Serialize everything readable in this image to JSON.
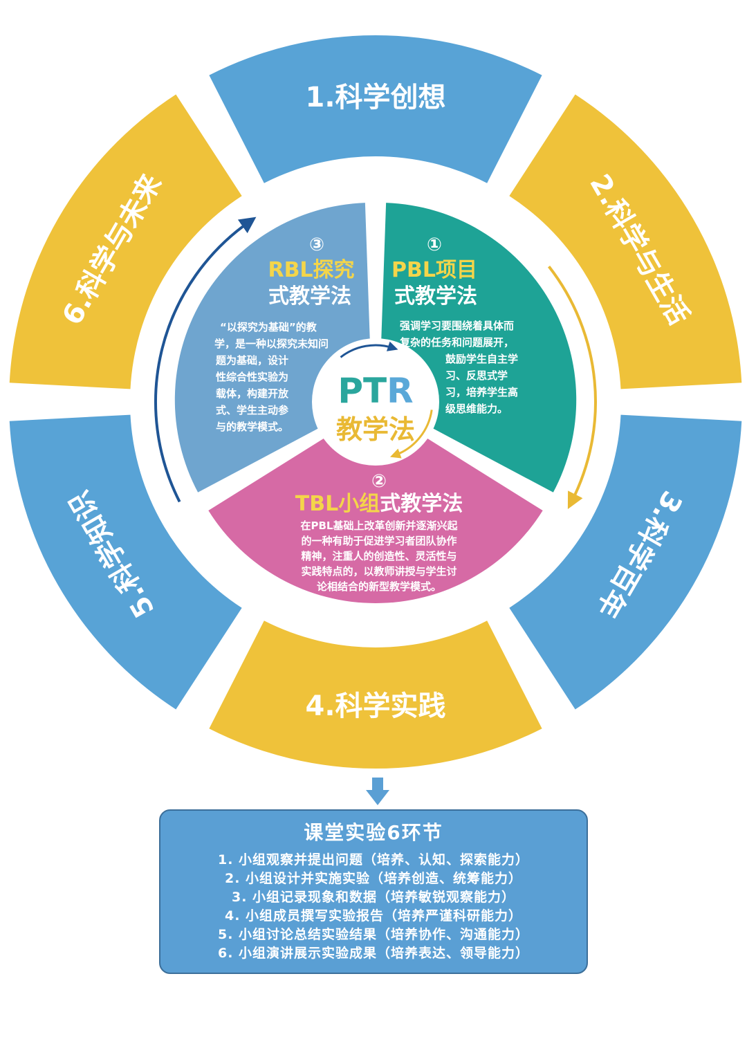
{
  "colors": {
    "ring_blue": "#58a3d6",
    "ring_yellow": "#efc23a",
    "teal": "#1ea396",
    "pink": "#d66aa5",
    "slate_blue": "#6fa5cf",
    "ptr_teal": "#2aa69d",
    "ptr_yellow": "#e9b934",
    "text_yellow": "#f4d54a",
    "arrow_dark_blue": "#1f5595"
  },
  "ring": [
    {
      "label": "1.科学创想",
      "color": "blue"
    },
    {
      "label": "2.科学与生活",
      "color": "yellow"
    },
    {
      "label": "3.科学百年",
      "color": "blue"
    },
    {
      "label": "4.科学实践",
      "color": "yellow"
    },
    {
      "label": "5.科学知识",
      "color": "blue"
    },
    {
      "label": "6.科学与未来",
      "color": "yellow"
    }
  ],
  "center": {
    "title_letters": [
      "P",
      "T",
      "R"
    ],
    "subtitle": "教学法"
  },
  "sections": {
    "pbl": {
      "number": "①",
      "title_accent": "P",
      "title_rest": "BL项目",
      "title_line2": "式教学法",
      "body": [
        "强调学习要围绕着具体而",
        "复杂的任务和问题展开，",
        "鼓励学生自主学",
        "习、反思式学",
        "习，培养学生高",
        "级思维能力。"
      ]
    },
    "tbl": {
      "number": "②",
      "title_accent": "T",
      "title_rest": "BL小组",
      "title_rest2": "式教学法",
      "body": [
        "在PBL基础上改革创新并逐渐兴起",
        "的一种有助于促进学习者团队协作",
        "精神，注重人的创造性、灵活性与",
        "实践特点的，以教师讲授与学生讨",
        "论相结合的新型教学模式。"
      ]
    },
    "rbl": {
      "number": "③",
      "title_accent": "R",
      "title_rest": "BL探究",
      "title_line2": "式教学法",
      "body": [
        "“以探究为基础”的教",
        "学，是一种以探究未知问",
        "题为基础，设计",
        "性综合性实验为",
        "载体，构建开放",
        "式、学生主动参",
        "与的教学模式。"
      ]
    }
  },
  "summary": {
    "title": "课堂实验6环节",
    "items": [
      "1. 小组观察并提出问题（培养、认知、探索能力）",
      "2. 小组设计并实施实验（培养创造、统筹能力）",
      "3. 小组记录现象和数据（培养敏锐观察能力）",
      "4. 小组成员撰写实验报告（培养严谨科研能力）",
      "5. 小组讨论总结实验结果（培养协作、沟通能力）",
      "6. 小组演讲展示实验成果（培养表达、领导能力）"
    ]
  }
}
